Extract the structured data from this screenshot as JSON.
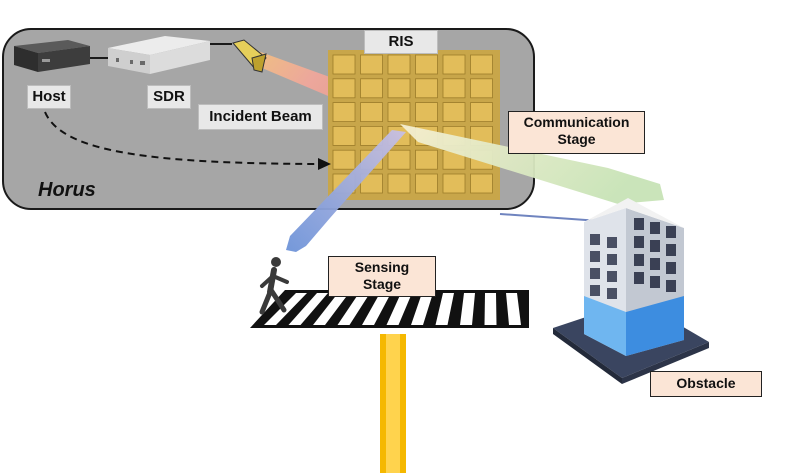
{
  "labels": {
    "host": "Host",
    "sdr": "SDR",
    "incident_beam": "Incident Beam",
    "ris": "RIS",
    "horus": "Horus",
    "communication_stage": "Communication\nStage",
    "sensing_stage": "Sensing\nStage",
    "obstacle": "Obstacle"
  },
  "colors": {
    "panel": "#a6a6a6",
    "ris_cell": "#e2bd5a",
    "incident_beam": "#f0a890",
    "sensing_beam": "#7e9fd8",
    "communication_beam": "#d5e8c7",
    "signal_pole": "#f5b800",
    "label_peach": "#fbe5d6"
  },
  "icons": [
    "host-computer-icon",
    "sdr-device-icon",
    "antenna-icon",
    "pedestrian-icon",
    "building-icon",
    "crosswalk-icon"
  ]
}
